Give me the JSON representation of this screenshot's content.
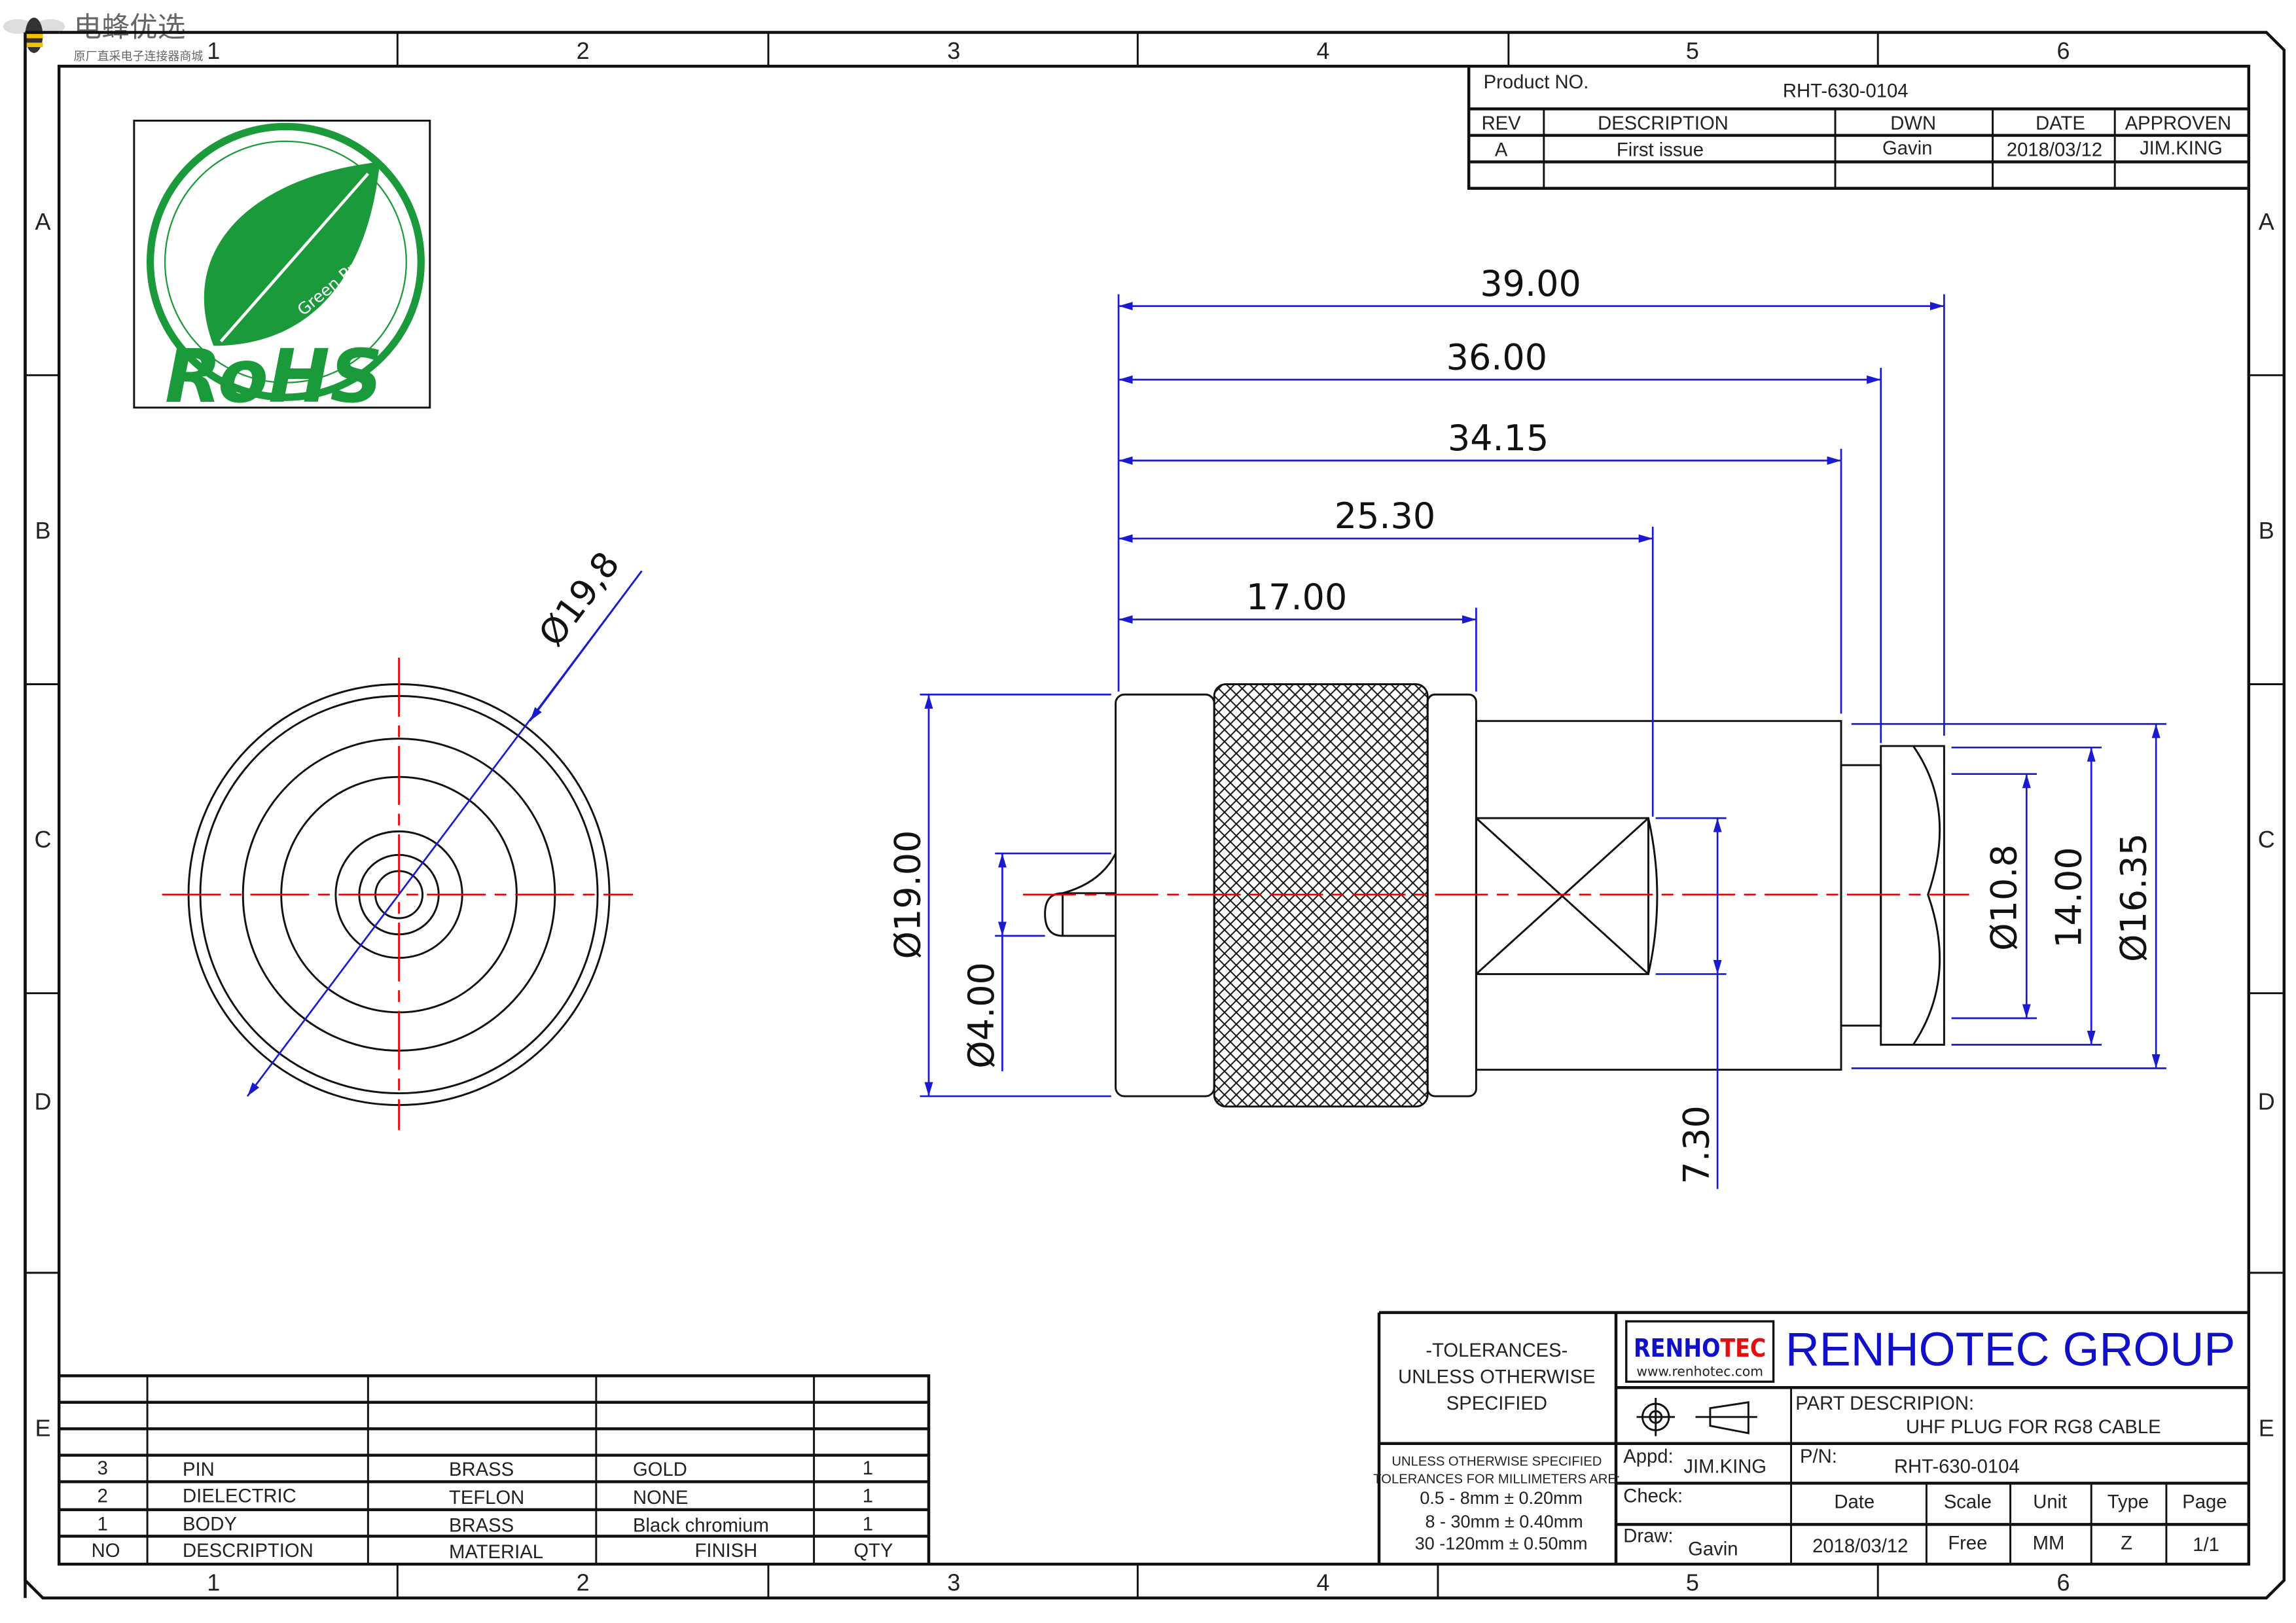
{
  "watermark": {
    "brand": "电蜂优选",
    "tagline": "原厂直采电子连接器商城"
  },
  "frame": {
    "columns": [
      "1",
      "2",
      "3",
      "4",
      "5",
      "6"
    ],
    "rows": [
      "A",
      "B",
      "C",
      "D",
      "E"
    ]
  },
  "revision_block": {
    "product_label": "Product NO.",
    "product_no": "RHT-630-0104",
    "headers": [
      "REV",
      "DESCRIPTION",
      "DWN",
      "DATE",
      "APPROVEN"
    ],
    "rows": [
      [
        "A",
        "First issue",
        "Gavin",
        "2018/03/12",
        "JIM.KING"
      ]
    ]
  },
  "rohs_logo": {
    "text": "RoHS",
    "subtext": "Green Product",
    "color": "#1a9a3a"
  },
  "front_view": {
    "diameter_label": "Ø19,8"
  },
  "side_view": {
    "dimensions": {
      "d39": "39.00",
      "d36": "36.00",
      "d3415": "34.15",
      "d2530": "25.30",
      "d17": "17.00",
      "dia19": "Ø19.00",
      "dia4": "Ø4.00",
      "d730": "7.30",
      "dia108": "Ø10.8",
      "d14": "14.00",
      "dia1635": "Ø16.35"
    }
  },
  "bom": {
    "headers": [
      "NO",
      "DESCRIPTION",
      "MATERIAL",
      "FINISH",
      "QTY"
    ],
    "rows": [
      [
        "3",
        "PIN",
        "BRASS",
        "GOLD",
        "1"
      ],
      [
        "2",
        "DIELECTRIC",
        "TEFLON",
        "NONE",
        "1"
      ],
      [
        "1",
        "BODY",
        "BRASS",
        "Black chromium",
        "1"
      ]
    ]
  },
  "title_block": {
    "tolerance_title": [
      "-TOLERANCES-",
      "UNLESS OTHERWISE",
      "SPECIFIED"
    ],
    "tolerance_detail": [
      "UNLESS OTHERWISE SPECIFIED",
      "TOLERANCES FOR MILLIMETERS ARE:",
      "0.5 - 8mm ± 0.20mm",
      "8 - 30mm ± 0.40mm",
      "30 -120mm ± 0.50mm"
    ],
    "logo_text_1": "RENHO",
    "logo_text_2": "TEC",
    "logo_url": "www.renhotec.com",
    "company": "RENHOTEC GROUP",
    "part_desc_label": "PART DESCRIPION:",
    "part_desc": "UHF PLUG FOR RG8 CABLE",
    "appd_label": "Appd:",
    "appd": "JIM.KING",
    "pn_label": "P/N:",
    "pn": "RHT-630-0104",
    "check_label": "Check:",
    "draw_label": "Draw:",
    "draw": "Gavin",
    "headers": [
      "Date",
      "Scale",
      "Unit",
      "Type",
      "Page"
    ],
    "values": [
      "2018/03/12",
      "Free",
      "MM",
      "Z",
      "1/1"
    ],
    "brand_blue": "#1010c8",
    "brand_red": "#e01010"
  }
}
